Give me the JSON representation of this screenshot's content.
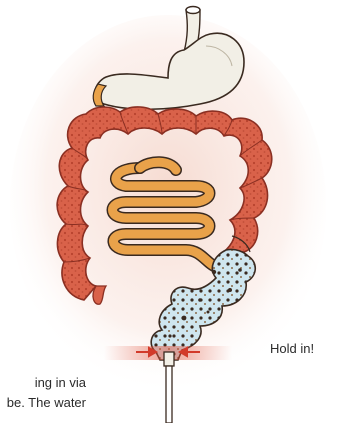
{
  "labels": {
    "hold_in": "Hold in!",
    "caption_line1": "ing in via",
    "caption_line2": "be. The water"
  },
  "colors": {
    "colon": "#d9624a",
    "colon_shadow": "#b8432e",
    "small_intestine": "#e9a24a",
    "stomach": "#f2efe6",
    "water": "#c9e3ee",
    "pressure": "#d23a2a",
    "outline": "#3a2a20",
    "halo": "#f6d9cf"
  }
}
